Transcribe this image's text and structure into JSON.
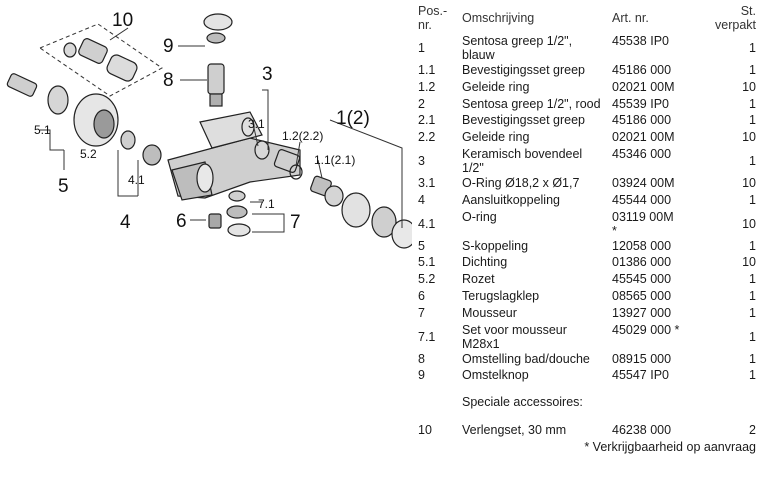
{
  "diagram": {
    "callouts": [
      "10",
      "9",
      "8",
      "3",
      "1(2)",
      "5.1",
      "5.2",
      "5",
      "3.1",
      "1.2(2.2)",
      "1.1(2.1)",
      "4.1",
      "4",
      "7.1",
      "6",
      "7"
    ]
  },
  "table": {
    "headers": {
      "pos": [
        "Pos.-",
        "nr."
      ],
      "desc": "Omschrijving",
      "art": "Art. nr.",
      "qty": [
        "St.",
        "verpakt"
      ]
    },
    "rows": [
      {
        "pos": "1",
        "desc": [
          "Sentosa greep 1/2\",",
          "blauw"
        ],
        "art": [
          "45538 IP0"
        ],
        "qty": "1"
      },
      {
        "pos": "1.1",
        "desc": [
          "Bevestigingsset greep"
        ],
        "art": [
          "45186 000"
        ],
        "qty": "1"
      },
      {
        "pos": "1.2",
        "desc": [
          "Geleide ring"
        ],
        "art": [
          "02021 00M"
        ],
        "qty": "10"
      },
      {
        "pos": "2",
        "desc": [
          "Sentosa greep 1/2\", rood"
        ],
        "art": [
          "45539 IP0"
        ],
        "qty": "1"
      },
      {
        "pos": "2.1",
        "desc": [
          "Bevestigingsset greep"
        ],
        "art": [
          "45186 000"
        ],
        "qty": "1"
      },
      {
        "pos": "2.2",
        "desc": [
          "Geleide ring"
        ],
        "art": [
          "02021 00M"
        ],
        "qty": "10"
      },
      {
        "pos": "3",
        "desc": [
          "Keramisch bovendeel",
          "1/2\""
        ],
        "art": [
          "45346 000"
        ],
        "qty": "1"
      },
      {
        "pos": "3.1",
        "desc": [
          "O-Ring Ø18,2 x Ø1,7"
        ],
        "art": [
          "03924 00M"
        ],
        "qty": "10"
      },
      {
        "pos": "4",
        "desc": [
          "Aansluitkoppeling"
        ],
        "art": [
          "45544 000"
        ],
        "qty": "1"
      },
      {
        "pos": "4.1",
        "desc": [
          "O-ring"
        ],
        "art": [
          "03119 00M",
          "*"
        ],
        "qty": "10"
      },
      {
        "pos": "5",
        "desc": [
          "S-koppeling"
        ],
        "art": [
          "12058 000"
        ],
        "qty": "1"
      },
      {
        "pos": "5.1",
        "desc": [
          "Dichting"
        ],
        "art": [
          "01386 000"
        ],
        "qty": "10"
      },
      {
        "pos": "5.2",
        "desc": [
          "Rozet"
        ],
        "art": [
          "45545 000"
        ],
        "qty": "1"
      },
      {
        "pos": "6",
        "desc": [
          "Terugslagklep"
        ],
        "art": [
          "08565 000"
        ],
        "qty": "1"
      },
      {
        "pos": "7",
        "desc": [
          "Mousseur"
        ],
        "art": [
          "13927 000"
        ],
        "qty": "1"
      },
      {
        "pos": "7.1",
        "desc": [
          "Set voor mousseur",
          "M28x1"
        ],
        "art": [
          "45029 000 *"
        ],
        "qty": "1"
      },
      {
        "pos": "8",
        "desc": [
          "Omstelling bad/douche"
        ],
        "art": [
          "08915 000"
        ],
        "qty": "1"
      },
      {
        "pos": "9",
        "desc": [
          "Omstelknop"
        ],
        "art": [
          "45547 IP0"
        ],
        "qty": "1"
      }
    ],
    "special_heading": "Speciale accessoires:",
    "special_rows": [
      {
        "pos": "10",
        "desc": [
          "Verlengset, 30 mm"
        ],
        "art": [
          "46238 000"
        ],
        "qty": "2"
      }
    ],
    "footnote": "* Verkrijgbaarheid op aanvraag"
  }
}
